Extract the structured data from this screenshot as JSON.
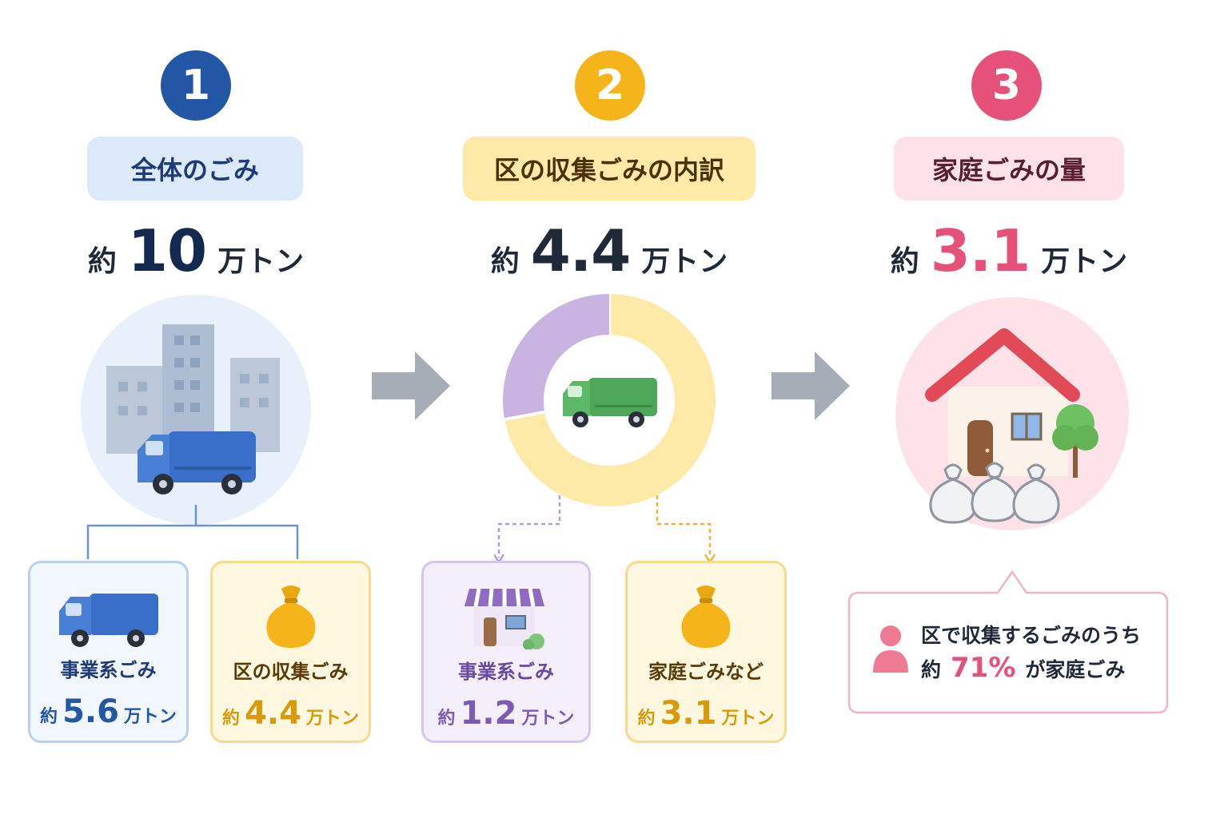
{
  "colors": {
    "blue": "#2456a6",
    "yellow": "#f5b41a",
    "pink": "#e6517a",
    "purple": "#8f6bc2"
  },
  "step1": {
    "number": "1",
    "title": "全体のごみ",
    "prefix": "約",
    "value": "10",
    "unit": "万トン",
    "icon": "buildings-and-garbage-truck-icon",
    "cards": [
      {
        "label": "事業系ごみ",
        "prefix": "約",
        "value": "5.6",
        "unit": "万トン",
        "icon": "blue-garbage-truck-icon"
      },
      {
        "label": "区の収集ごみ",
        "prefix": "約",
        "value": "4.4",
        "unit": "万トン",
        "icon": "yellow-garbage-bag-icon"
      }
    ]
  },
  "step2": {
    "number": "2",
    "title": "区の収集ごみの内訳",
    "prefix": "約",
    "value": "4.4",
    "unit": "万トン",
    "icon": "green-garbage-truck-icon",
    "cards": [
      {
        "label": "事業系ごみ",
        "prefix": "約",
        "value": "1.2",
        "unit": "万トン",
        "icon": "shop-icon"
      },
      {
        "label": "家庭ごみなど",
        "prefix": "約",
        "value": "3.1",
        "unit": "万トン",
        "icon": "yellow-garbage-bag-icon"
      }
    ]
  },
  "step3": {
    "number": "3",
    "title": "家庭ごみの量",
    "prefix": "約",
    "value": "3.1",
    "unit": "万トン",
    "icon": "house-with-garbage-bags-icon",
    "callout": {
      "line1": "区で収集するごみのうち",
      "prefix": "約",
      "value": "71%",
      "suffix": "が家庭ごみ",
      "icon": "person-icon"
    }
  },
  "arrows": [
    "arrow-right-icon",
    "arrow-right-icon"
  ],
  "chart_data": {
    "type": "pie",
    "variant": "donut",
    "categories": [
      "事業系ごみ",
      "家庭ごみなど"
    ],
    "values": [
      1.2,
      3.1
    ],
    "colors": [
      "#c9b3e0",
      "#fde9a8"
    ]
  }
}
